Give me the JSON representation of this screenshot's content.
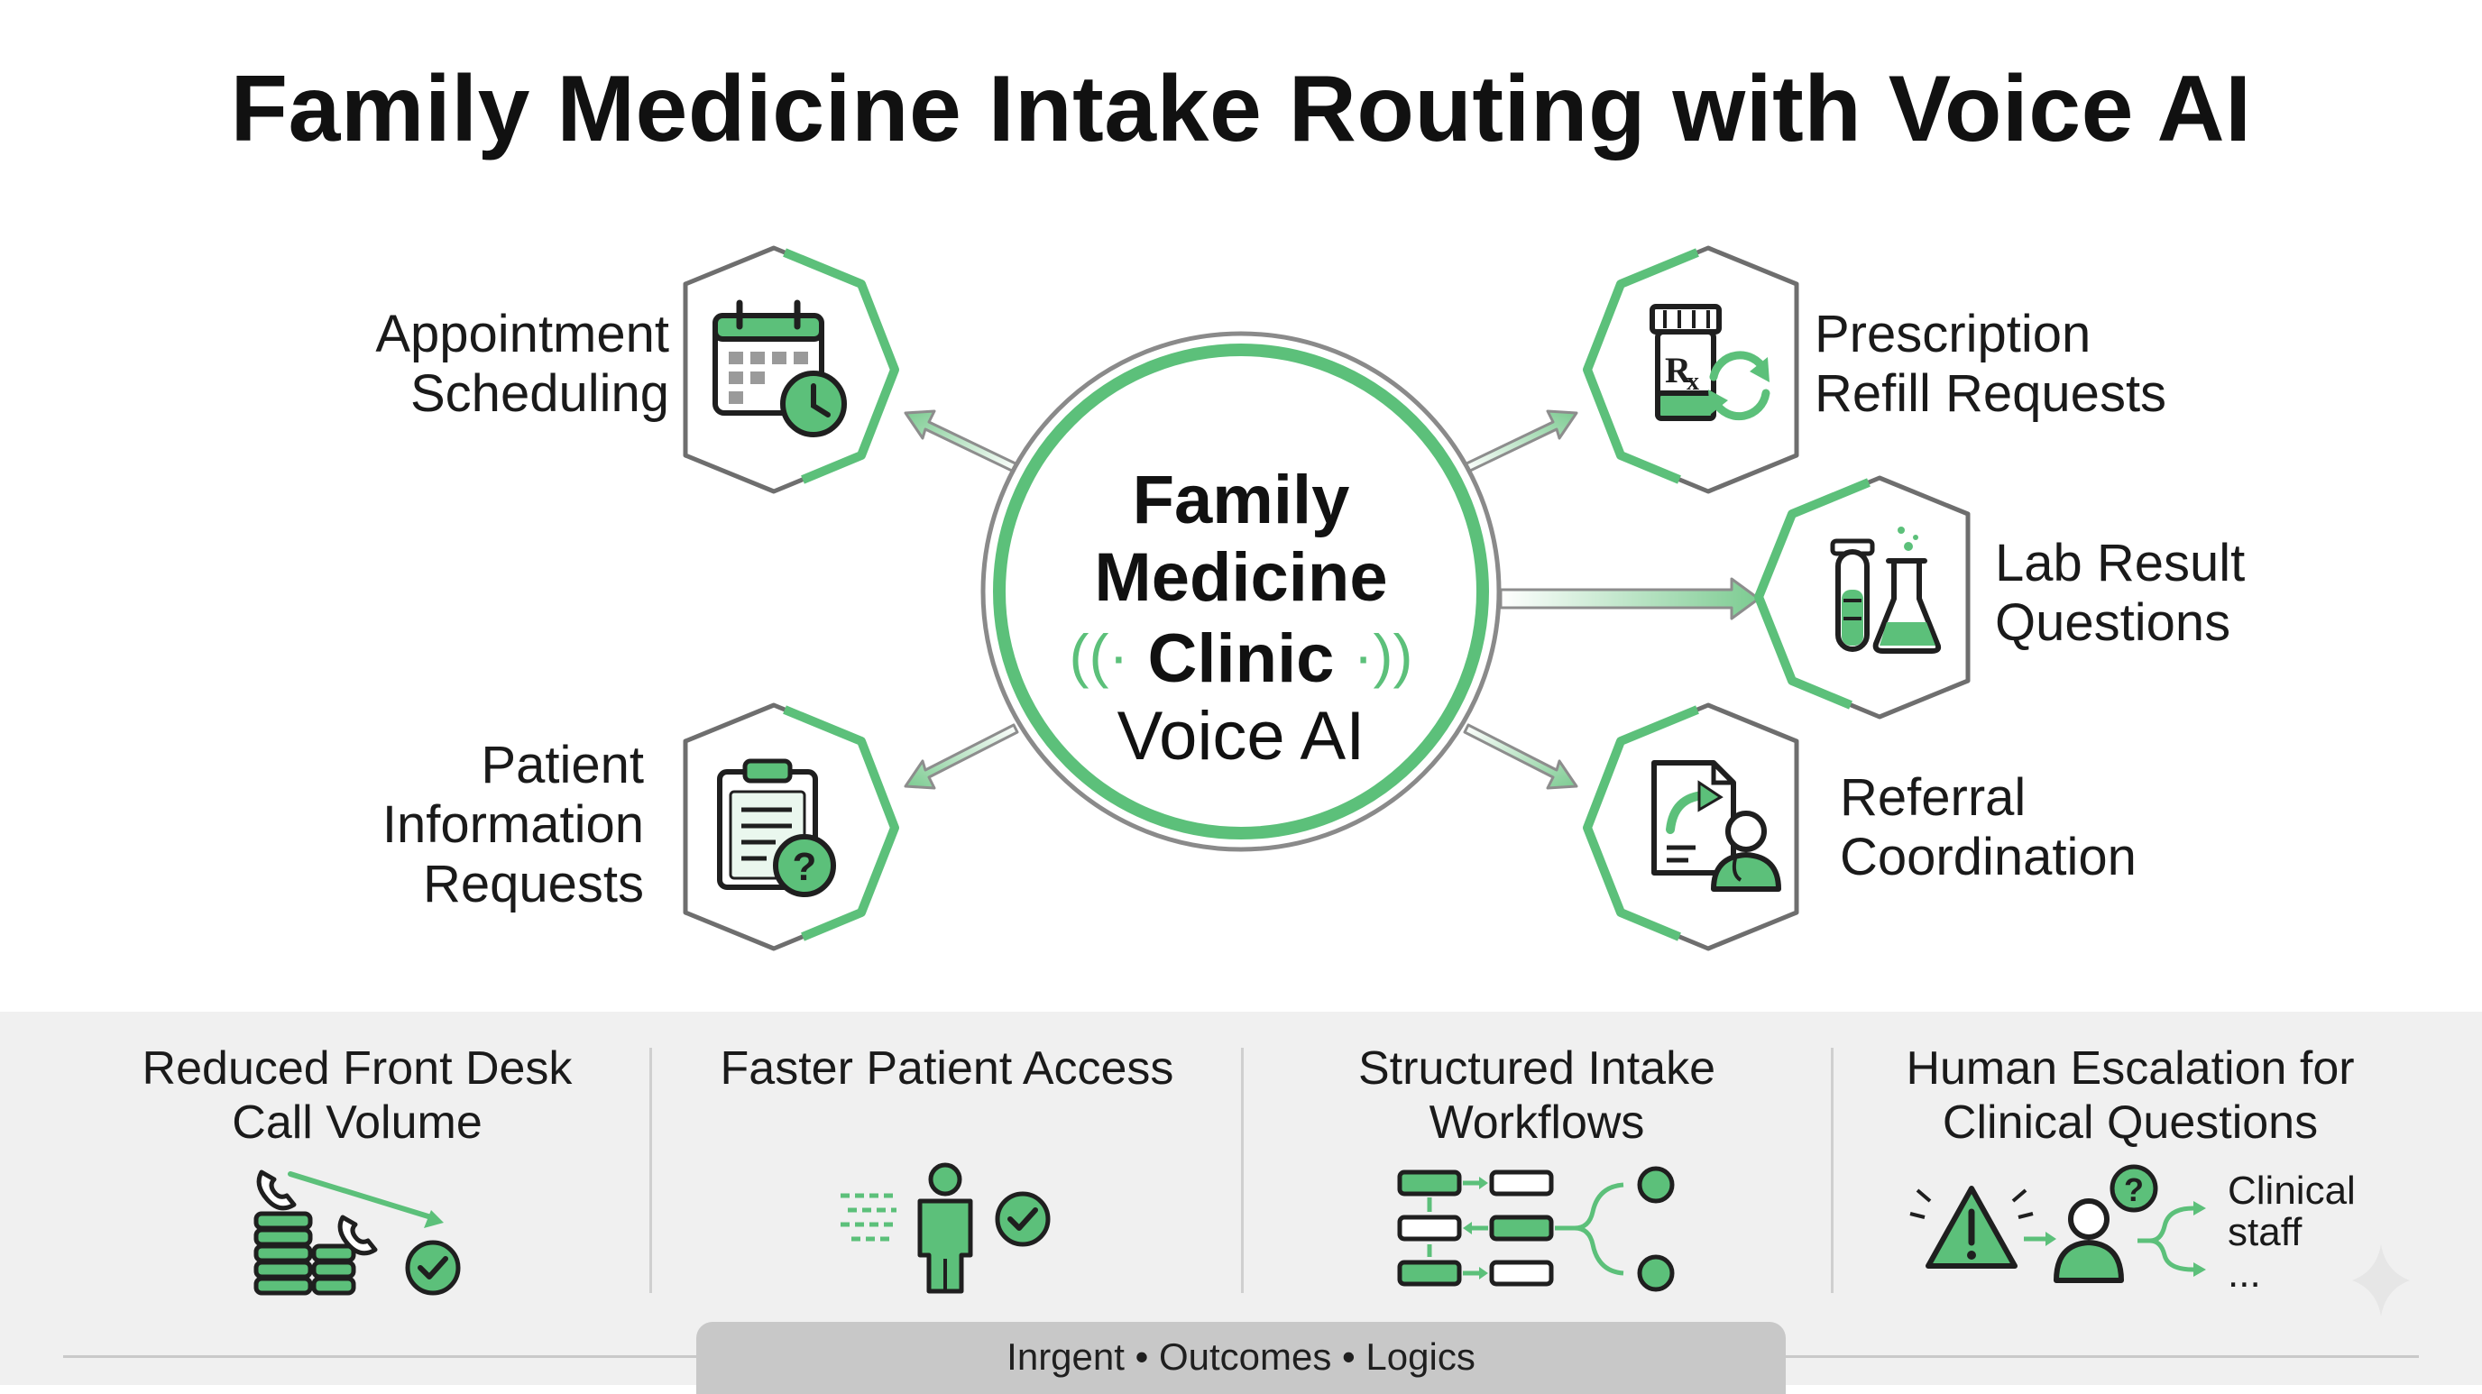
{
  "title": "Family Medicine Intake Routing with Voice AI",
  "hub": {
    "line1": "Family",
    "line2": "Medicine",
    "line3": "Clinic",
    "line4": "Voice AI"
  },
  "nodes": {
    "appointment": {
      "line1": "Appointment",
      "line2": "Scheduling",
      "icon": "calendar-clock-icon"
    },
    "patient_info": {
      "line1": "Patient",
      "line2": "Information",
      "line3": "Requests",
      "icon": "clipboard-question-icon"
    },
    "prescription": {
      "line1": "Prescription",
      "line2": "Refill Requests",
      "icon": "prescription-refill-icon"
    },
    "lab": {
      "line1": "Lab Result",
      "line2": "Questions",
      "icon": "test-tube-flask-icon"
    },
    "referral": {
      "line1": "Referral",
      "line2": "Coordination",
      "icon": "referral-doctor-icon"
    }
  },
  "benefits": [
    {
      "line1": "Reduced Front Desk",
      "line2": "Call Volume",
      "icon": "phone-stack-down-icon"
    },
    {
      "line1": "Faster Patient Access",
      "line2": "",
      "icon": "person-fast-check-icon"
    },
    {
      "line1": "Structured Intake",
      "line2": "Workflows",
      "icon": "workflow-blocks-icon"
    },
    {
      "line1": "Human Escalation for",
      "line2": "Clinical Questions",
      "icon": "warning-escalation-icon"
    }
  ],
  "escalation": {
    "staff_line1": "Clinical",
    "staff_line2": "staff",
    "staff_line3": "..."
  },
  "footer": "Inrgent  •  Outcomes  •  Logics",
  "colors": {
    "accent": "#5cc07a",
    "accent_dark": "#2c7a46",
    "outline": "#7a7a7a",
    "panel": "#f0f0f0"
  }
}
